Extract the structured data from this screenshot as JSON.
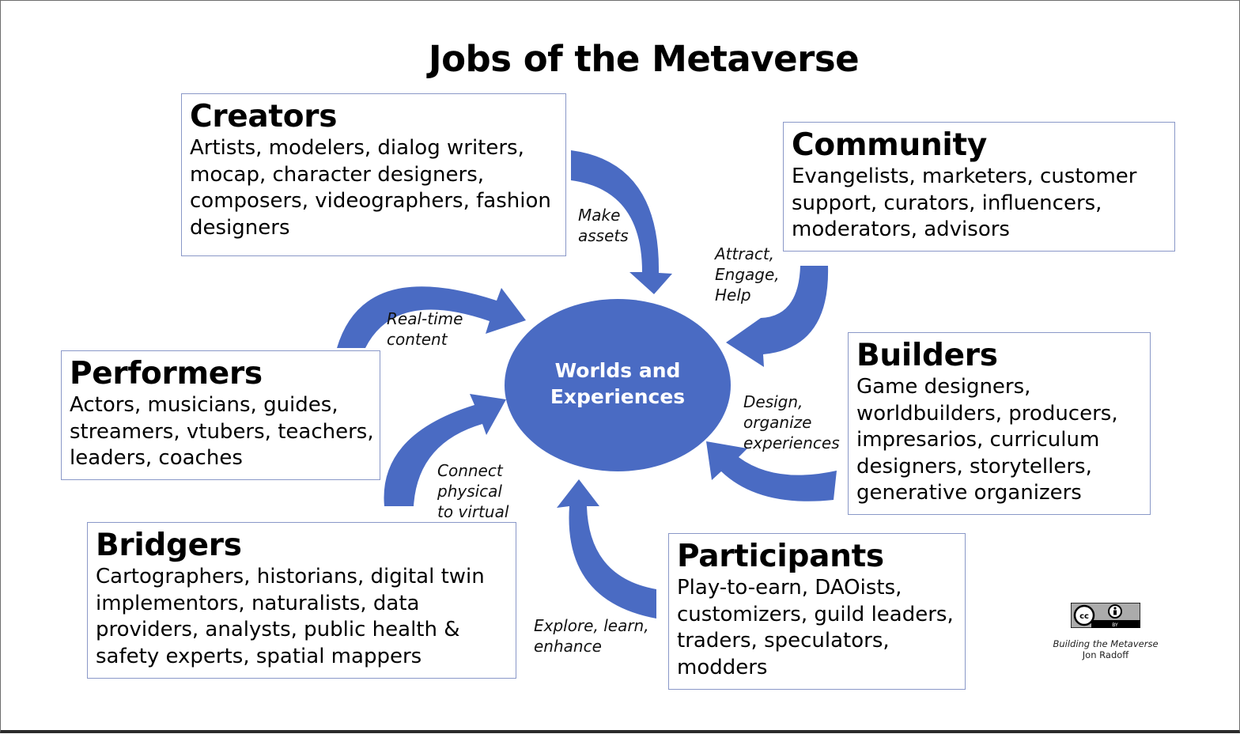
{
  "title": "Jobs of the Metaverse",
  "hub": {
    "line1": "Worlds and",
    "line2": "Experiences"
  },
  "boxes": {
    "creators": {
      "heading": "Creators",
      "text": "Artists, modelers, dialog writers, mocap, character designers, composers, videographers, fashion designers"
    },
    "community": {
      "heading": "Community",
      "text": "Evangelists, marketers, customer support, curators, influencers, moderators, advisors"
    },
    "performers": {
      "heading": "Performers",
      "text": "Actors, musicians, guides, streamers, vtubers, teachers, leaders, coaches"
    },
    "builders": {
      "heading": "Builders",
      "text": "Game designers, worldbuilders, producers, impresarios, curriculum designers, storytellers, generative organizers"
    },
    "bridgers": {
      "heading": "Bridgers",
      "text": "Cartographers, historians, digital twin implementors, naturalists, data providers, analysts, public health & safety experts, spatial mappers"
    },
    "participants": {
      "heading": "Participants",
      "text": "Play-to-earn, DAOists, customizers, guild leaders, traders, speculators, modders"
    }
  },
  "flows": {
    "creators": "Make\nassets",
    "community": "Attract,\nEngage,\nHelp",
    "performers": "Real-time\ncontent",
    "builders": "Design,\norganize\nexperiences",
    "bridgers": "Connect\nphysical\nto virtual",
    "participants": "Explore, learn,\nenhance"
  },
  "credit": {
    "line1": "Building the Metaverse",
    "line2": "Jon Radoff"
  },
  "license_badge": {
    "left": "cc",
    "right": "BY"
  },
  "colors": {
    "accent": "#4a6bc3",
    "box_border": "#8a98c8"
  }
}
